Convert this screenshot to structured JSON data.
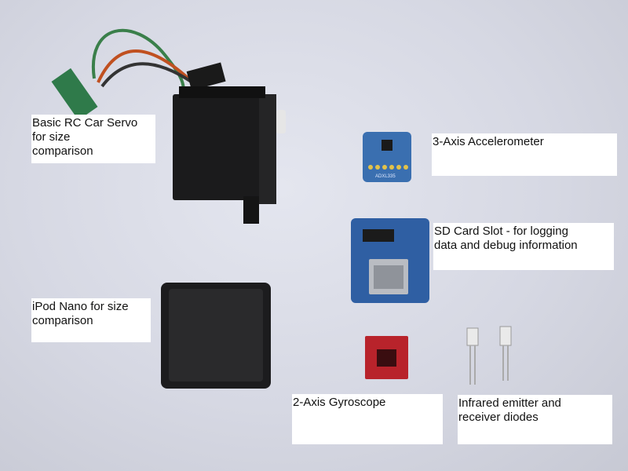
{
  "labels": {
    "servo": "Basic RC Car Servo\nfor size\ncomparison",
    "accelerometer": "3-Axis Accelerometer",
    "sd_card": "SD Card Slot - for logging\ndata and debug information",
    "ipod": "iPod Nano for size\ncomparison",
    "gyroscope": "2-Axis Gyroscope",
    "ir_diodes": "Infrared emitter and\nreceiver diodes"
  },
  "board_markings": {
    "accelerometer_chip": "ADXL335"
  }
}
